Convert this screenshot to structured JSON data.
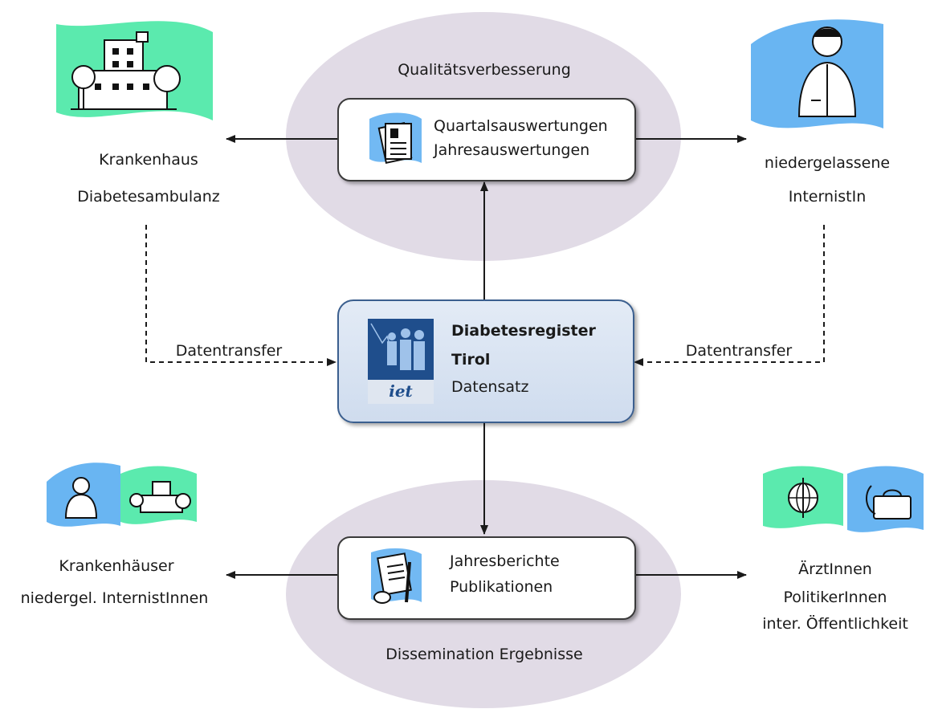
{
  "top_group": {
    "label": "Qualitätsverbesserung",
    "box_lines": [
      "Quartalsauswertungen",
      "Jahresauswertungen"
    ]
  },
  "bottom_group": {
    "label": "Dissemination Ergebnisse",
    "box_lines": [
      "Jahresberichte",
      "Publikationen"
    ]
  },
  "registry": {
    "title_line1": "Diabetesregister",
    "title_line2": "Tirol",
    "subtitle": "Datensatz",
    "logo_text": "iet"
  },
  "left_source": {
    "lines": [
      "Krankenhaus",
      "Diabetesambulanz"
    ]
  },
  "right_source": {
    "lines": [
      "niedergelassene",
      "InternistIn"
    ]
  },
  "transfer_label_left": "Datentransfer",
  "transfer_label_right": "Datentransfer",
  "bottom_left": {
    "lines": [
      "Krankenhäuser",
      "niedergel. InternistInnen"
    ]
  },
  "bottom_right": {
    "lines": [
      "ÄrztInnen",
      "PolitikerInnen",
      "inter. Öffentlichkeit"
    ]
  },
  "colors": {
    "ellipse": "#e1dbe6",
    "center_border": "#3b5f8f",
    "logo_bg": "#1f4e8c",
    "swoosh_green": "#3ee6a0",
    "swoosh_blue": "#4fa8f0"
  }
}
